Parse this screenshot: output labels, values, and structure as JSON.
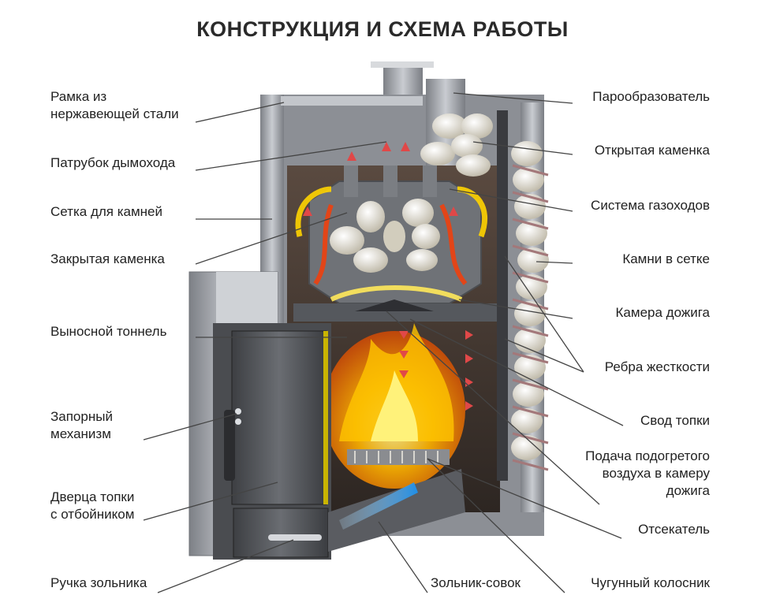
{
  "title": "КОНСТРУКЦИЯ И СХЕМА РАБОТЫ",
  "labels_left": [
    {
      "id": "frame",
      "lines": [
        "Рамка из",
        "нержавеющей стали"
      ]
    },
    {
      "id": "chimney",
      "lines": [
        "Патрубок дымохода"
      ]
    },
    {
      "id": "stone-grid",
      "lines": [
        "Сетка для камней"
      ]
    },
    {
      "id": "closed-heater",
      "lines": [
        "Закрытая каменка"
      ]
    },
    {
      "id": "tunnel",
      "lines": [
        "Выносной тоннель"
      ]
    },
    {
      "id": "lock",
      "lines": [
        "Запорный",
        "механизм"
      ]
    },
    {
      "id": "door",
      "lines": [
        "Дверца топки",
        "с отбойником"
      ]
    },
    {
      "id": "ash-handle",
      "lines": [
        "Ручка зольника"
      ]
    }
  ],
  "labels_right": [
    {
      "id": "steam",
      "lines": [
        "Парообразователь"
      ]
    },
    {
      "id": "open-heater",
      "lines": [
        "Открытая каменка"
      ]
    },
    {
      "id": "flue-system",
      "lines": [
        "Система газоходов"
      ]
    },
    {
      "id": "stones-grid",
      "lines": [
        "Камни в сетке"
      ]
    },
    {
      "id": "afterburner",
      "lines": [
        "Камера дожига"
      ]
    },
    {
      "id": "ribs",
      "lines": [
        "Ребра жесткости"
      ]
    },
    {
      "id": "vault",
      "lines": [
        "Свод топки"
      ]
    },
    {
      "id": "air-supply",
      "lines": [
        "Подача подогретого",
        "воздуха в камеру",
        "дожига"
      ]
    },
    {
      "id": "cutoff",
      "lines": [
        "Отсекатель"
      ]
    },
    {
      "id": "grate",
      "lines": [
        "Чугунный колосник"
      ]
    }
  ],
  "label_bottom": {
    "id": "ash-pan",
    "lines": [
      "Зольник-совок"
    ]
  },
  "colors": {
    "text": "#222222",
    "leader": "#444444",
    "steel": "#9a9da3",
    "steel_dark": "#5e6166",
    "fire": "#f5a000",
    "flame_core": "#ffe14a",
    "stone": "#e6e2d6",
    "air_arrow": "#e04848",
    "cold_arrow": "#3aa0e8"
  }
}
